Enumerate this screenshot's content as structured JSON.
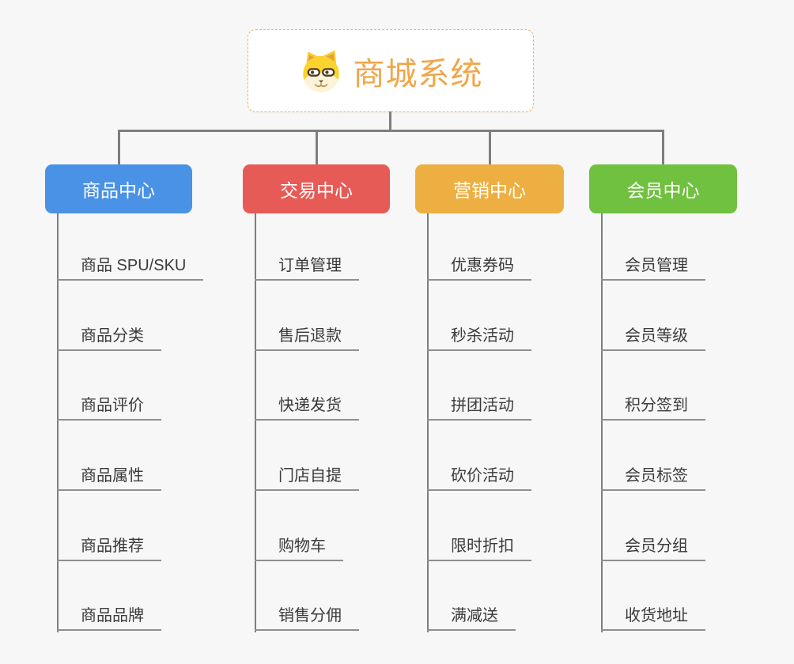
{
  "canvas": {
    "background_color": "#f7f7f7",
    "connector_color": "#7e7e7e"
  },
  "root": {
    "title": "商城系统",
    "icon": "dog-face-icon",
    "title_color": "#f0a64a",
    "border_color": "#efb45c"
  },
  "branches": [
    {
      "label": "商品中心",
      "color": "#4a92e5",
      "children": [
        "商品 SPU/SKU",
        "商品分类",
        "商品评价",
        "商品属性",
        "商品推荐",
        "商品品牌"
      ]
    },
    {
      "label": "交易中心",
      "color": "#e75b57",
      "children": [
        "订单管理",
        "售后退款",
        "快递发货",
        "门店自提",
        "购物车",
        "销售分佣"
      ]
    },
    {
      "label": "营销中心",
      "color": "#edaf42",
      "children": [
        "优惠券码",
        "秒杀活动",
        "拼团活动",
        "砍价活动",
        "限时折扣",
        "满减送"
      ]
    },
    {
      "label": "会员中心",
      "color": "#70c13f",
      "children": [
        "会员管理",
        "会员等级",
        "积分签到",
        "会员标签",
        "会员分组",
        "收货地址"
      ]
    }
  ]
}
